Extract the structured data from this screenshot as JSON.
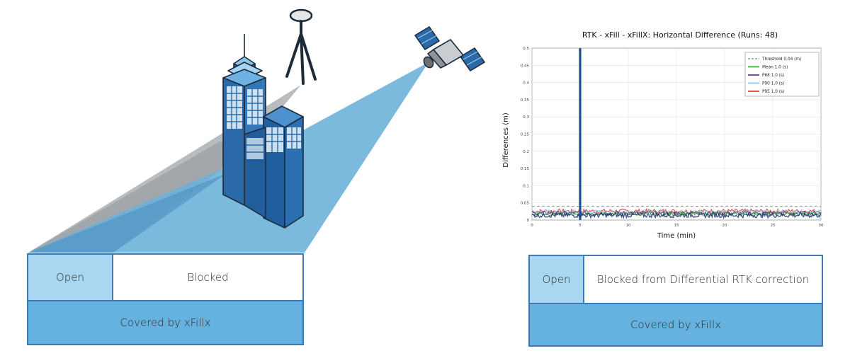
{
  "left_table": {
    "open_label": "Open",
    "blocked_label": "Blocked",
    "covered_label": "Covered by xFillx"
  },
  "right_table": {
    "open_label": "Open",
    "blocked_label": "Blocked from Differential RTK correction",
    "covered_label": "Covered by xFillx"
  },
  "colors": {
    "open": "#a9d6f0",
    "covered": "#65b1df",
    "border": "#3f78b4",
    "building": "#2b6aa8",
    "beam_blue": "#6db2d9",
    "beam_grey": "#b9bcbf"
  },
  "icons": [
    "building-icon",
    "tripod-antenna-icon",
    "satellite-icon"
  ],
  "chart_data": {
    "type": "line",
    "title": "RTK - xFill - xFillX: Horizontal Difference (Runs: 48)",
    "xlabel": "Time (min)",
    "ylabel": "Differences (m)",
    "xlim": [
      0,
      30
    ],
    "ylim": [
      0,
      0.5
    ],
    "xticks": [
      0,
      5,
      10,
      15,
      20,
      25,
      30
    ],
    "yticks": [
      0,
      0.05,
      0.1,
      0.15,
      0.2,
      0.25,
      0.3,
      0.35,
      0.4,
      0.45,
      0.5
    ],
    "grid": true,
    "legend_position": "top-right",
    "vertical_marker_x": 5,
    "threshold": 0.04,
    "series": [
      {
        "name": "Threshold 0.04 (m)",
        "color": "#999999",
        "dashed": true,
        "level": 0.04
      },
      {
        "name": "Mean 1.0 (s)",
        "color": "#2ca02c",
        "level": 0.018
      },
      {
        "name": "P68 1.0 (s)",
        "color": "#5b2a86",
        "level": 0.02
      },
      {
        "name": "P90 1.0 (s)",
        "color": "#7fc7e6",
        "level": 0.024
      },
      {
        "name": "P95 1.0 (s)",
        "color": "#d62728",
        "level": 0.026
      }
    ]
  }
}
